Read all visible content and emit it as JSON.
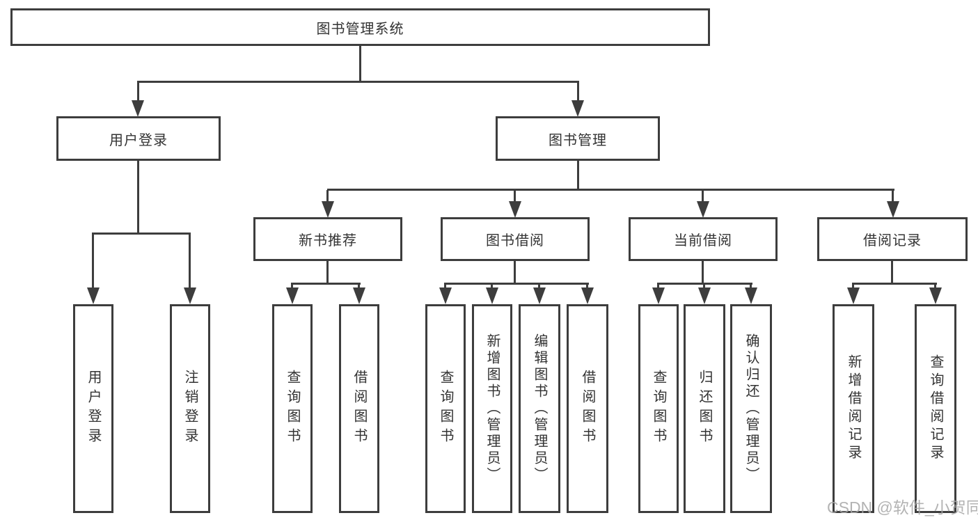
{
  "diagram": {
    "watermark": "CSDN @软件_小贺同学",
    "colors": {
      "line": "#3d3d3d",
      "box_border": "#3d3d3d",
      "text": "#333333",
      "watermark": "#a6a6a6",
      "background": "#ffffff"
    },
    "root": {
      "label": "图书管理系统",
      "children": [
        {
          "label": "用户登录",
          "children": [
            {
              "label": "用户登录"
            },
            {
              "label": "注销登录"
            }
          ]
        },
        {
          "label": "图书管理",
          "children": [
            {
              "label": "新书推荐",
              "children": [
                {
                  "label": "查询图书"
                },
                {
                  "label": "借阅图书"
                }
              ]
            },
            {
              "label": "图书借阅",
              "children": [
                {
                  "label": "查询图书"
                },
                {
                  "label": "新增图书（管理员）"
                },
                {
                  "label": "编辑图书（管理员）"
                },
                {
                  "label": "借阅图书"
                }
              ]
            },
            {
              "label": "当前借阅",
              "children": [
                {
                  "label": "查询图书"
                },
                {
                  "label": "归还图书"
                },
                {
                  "label": "确认归还（管理员）"
                }
              ]
            },
            {
              "label": "借阅记录",
              "children": [
                {
                  "label": "新增借阅记录"
                },
                {
                  "label": "查询借阅记录"
                }
              ]
            }
          ]
        }
      ]
    }
  }
}
